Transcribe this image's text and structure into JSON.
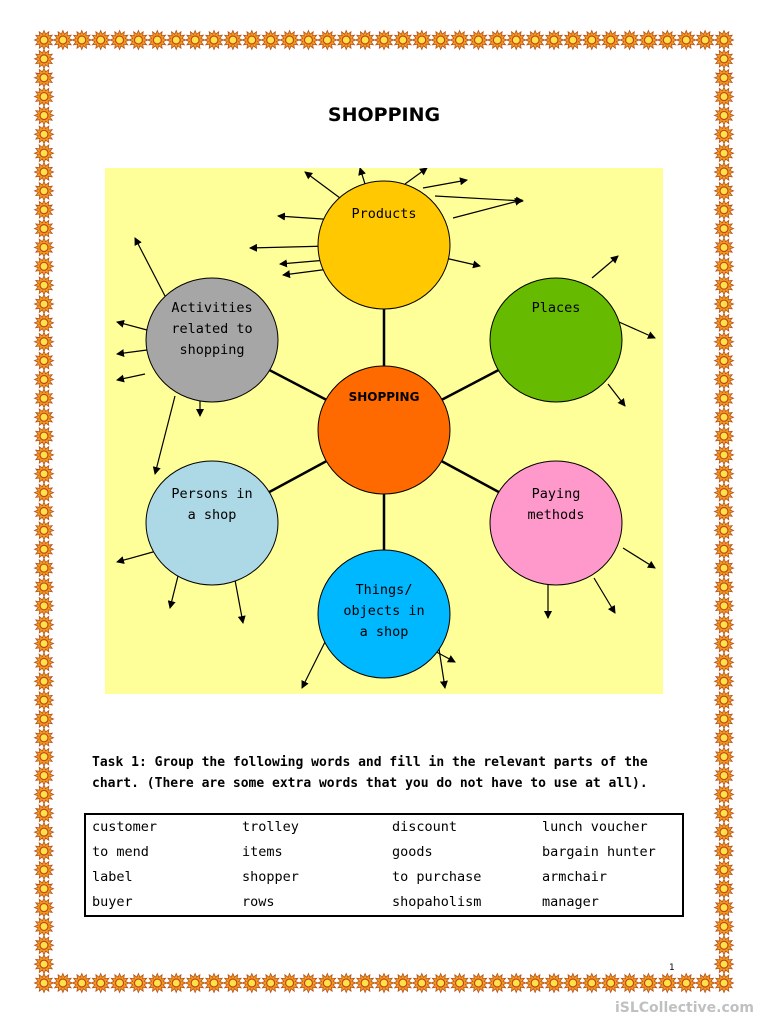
{
  "title": "SHOPPING",
  "mindmap": {
    "center": {
      "lines": [
        "SHOPPING"
      ],
      "color": "#ff6a00"
    },
    "nodes": [
      {
        "name": "products",
        "lines": [
          "Products"
        ],
        "color": "#ffc800"
      },
      {
        "name": "places",
        "lines": [
          "Places"
        ],
        "color": "#66bb00"
      },
      {
        "name": "paying-methods",
        "lines": [
          "Paying",
          "methods"
        ],
        "color": "#ff99cc"
      },
      {
        "name": "things-objects",
        "lines": [
          "Things/",
          "objects in",
          "a shop"
        ],
        "color": "#00b8ff"
      },
      {
        "name": "persons",
        "lines": [
          "Persons in",
          "a shop"
        ],
        "color": "#add8e6"
      },
      {
        "name": "activities",
        "lines": [
          "Activities",
          "related to",
          "shopping"
        ],
        "color": "#a6a6a6"
      }
    ],
    "background": "#ffff99"
  },
  "task": {
    "line1": "Task 1: Group the following words and fill in the relevant parts of the",
    "line2": "chart. (There are some extra words that you do not have to use at all)."
  },
  "words": [
    [
      "customer",
      "trolley",
      "discount",
      "lunch voucher"
    ],
    [
      "to mend",
      "items",
      "goods",
      "bargain hunter"
    ],
    [
      "label",
      "shopper",
      "to purchase",
      "armchair"
    ],
    [
      "buyer",
      "rows",
      "shopaholism",
      "manager"
    ]
  ],
  "page_number": "1",
  "watermark": "iSLCollective.com"
}
